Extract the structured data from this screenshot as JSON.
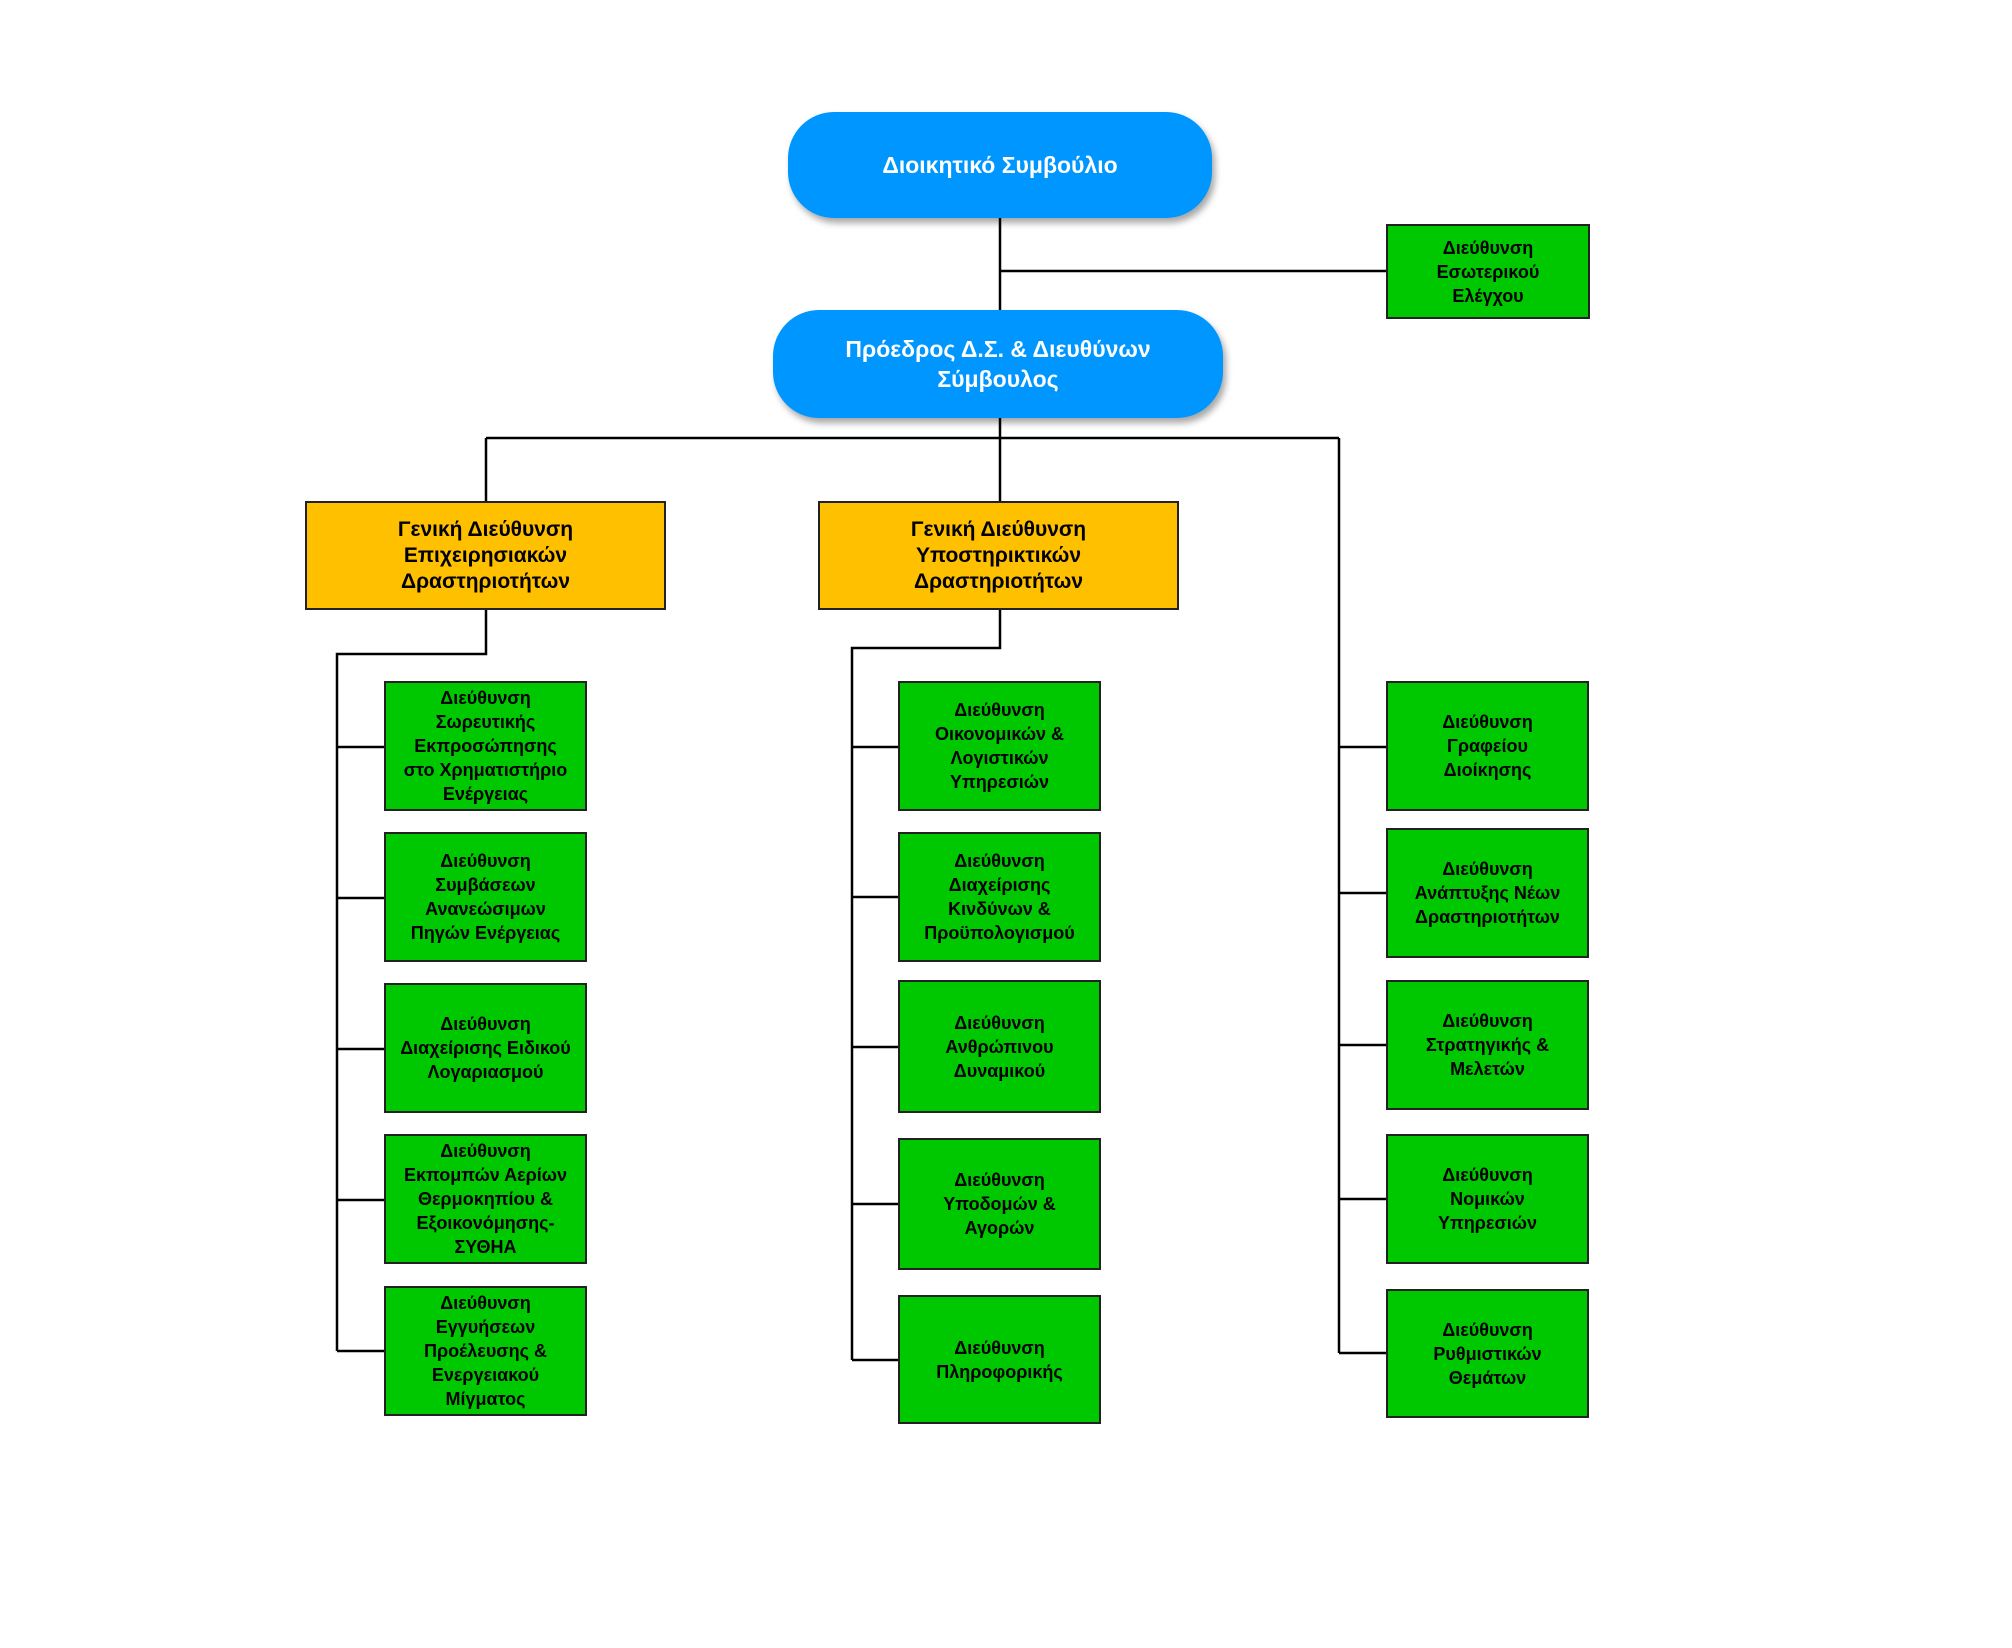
{
  "diagram": {
    "colors": {
      "board": "#0096ff",
      "general_directorate": "#ffc000",
      "directorate": "#00c800",
      "connector": "#000000"
    },
    "board": "Διοικητικό Συμβούλιο",
    "chairman_ceo": "Πρόεδρος Δ.Σ. &     Διευθύνων\nΣύμβουλος",
    "internal_audit": "Διεύθυνση\nΕσωτερικού\nΕλέγχου",
    "operations": {
      "title": "Γενική Διεύθυνση\nΕπιχειρησιακών\nΔραστηριοτήτων",
      "units": [
        "Διεύθυνση\nΣωρευτικής\nΕκπροσώπησης\nστο Χρηματιστήριο\nΕνέργειας",
        "Διεύθυνση\nΣυμβάσεων\nΑνανεώσιμων\nΠηγών Ενέργειας",
        "Διεύθυνση\nΔιαχείρισης Ειδικού\nΛογαριασμού",
        "Διεύθυνση\nΕκπομπών Αερίων\nΘερμοκηπίου &\nΕξοικονόμησης-\nΣΥΘΗΑ",
        "Διεύθυνση\nΕγγυήσεων\nΠροέλευσης &\nΕνεργειακού\nΜίγματος"
      ]
    },
    "support": {
      "title": "Γενική Διεύθυνση\nΥποστηρικτικών\nΔραστηριοτήτων",
      "units": [
        "Διεύθυνση\nΟικονομικών &\nΛογιστικών\nΥπηρεσιών",
        "Διεύθυνση\nΔιαχείρισης\nΚινδύνων &\nΠροϋπολογισμού",
        "Διεύθυνση\nΑνθρώπινου\nΔυναμικού",
        "Διεύθυνση\nΥποδομών &\nΑγορών",
        "Διεύθυνση\nΠληροφορικής"
      ]
    },
    "direct_units": [
      "Διεύθυνση\nΓραφείου\nΔιοίκησης",
      "Διεύθυνση\nΑνάπτυξης Νέων\nΔραστηριοτήτων",
      "Διεύθυνση\nΣτρατηγικής &\nΜελετών",
      "Διεύθυνση\nΝομικών\nΥπηρεσιών",
      "Διεύθυνση\nΡυθμιστικών\nΘεμάτων"
    ]
  }
}
